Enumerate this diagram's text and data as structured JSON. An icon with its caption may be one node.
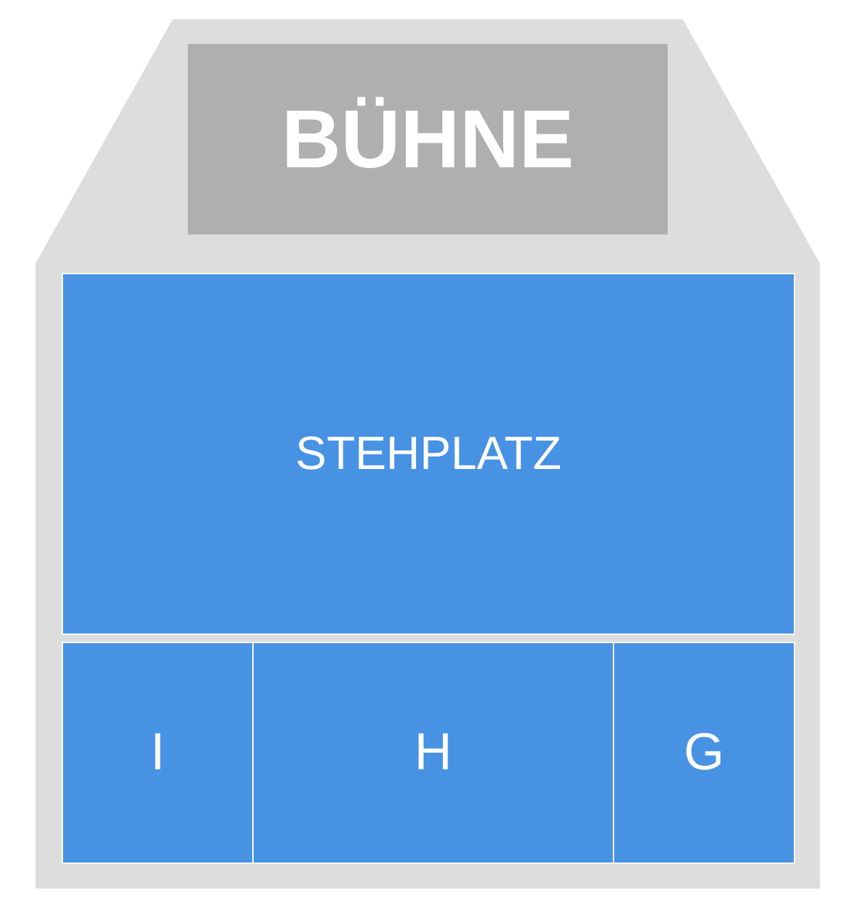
{
  "diagram": {
    "nodes": [
      {
        "text": [
          "BÜHNE"
        ]
      },
      {
        "text": [
          "STEHPLATZ"
        ]
      },
      {
        "text": [
          "I"
        ]
      },
      {
        "text": [
          "H"
        ]
      },
      {
        "text": [
          "G"
        ]
      }
    ]
  }
}
